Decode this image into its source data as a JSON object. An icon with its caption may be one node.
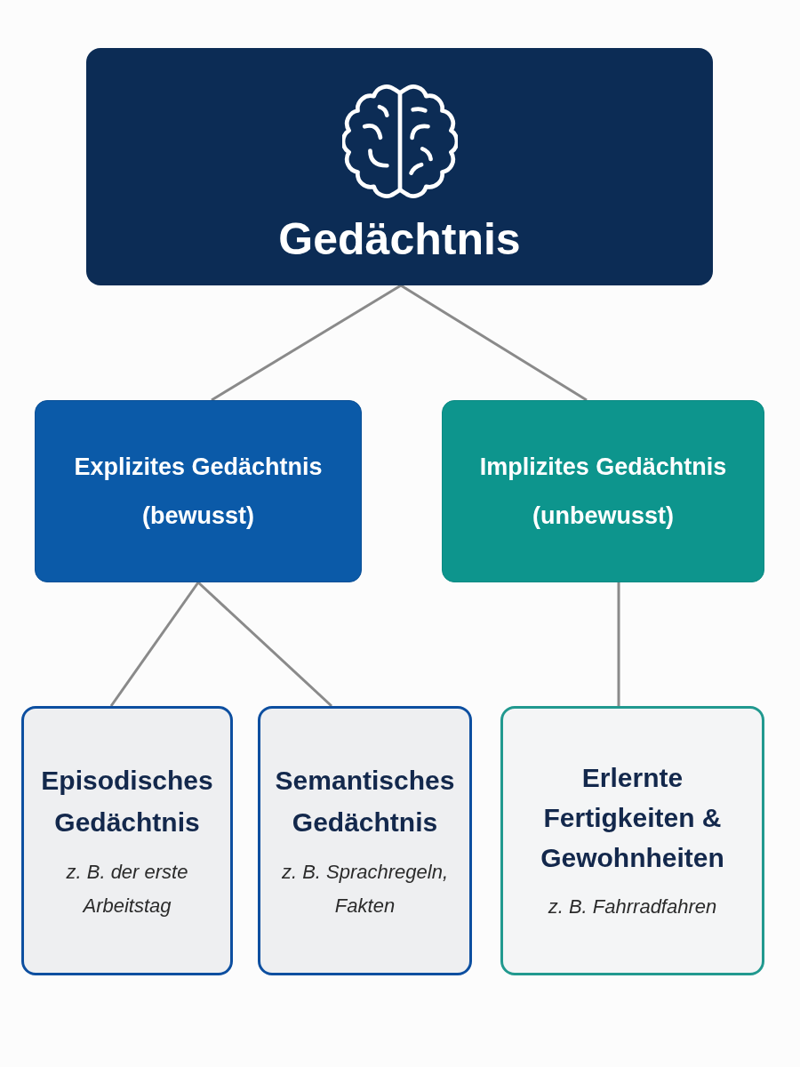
{
  "diagram": {
    "nodes": [
      {
        "text": [
          "Gedächtnis"
        ]
      },
      {
        "text": [
          "Explizites Gedächtnis (bewusst)"
        ]
      },
      {
        "text": [
          "Implizites Gedächtnis (unbewusst)"
        ]
      },
      {
        "text": [
          "Episodisches Gedächtnis",
          "z. B. der erste Arbeitstag"
        ]
      },
      {
        "text": [
          "Semantisches Gedächtnis",
          "z. B. Sprachregeln, Fakten"
        ]
      },
      {
        "text": [
          "Erlernte Fertigkeiten & Gewohnheiten",
          "z. B. Fahrradfahren"
        ]
      }
    ],
    "edges": [
      {
        "from": 0,
        "to": 1,
        "arrow": "none"
      },
      {
        "from": 0,
        "to": 2,
        "arrow": "none"
      },
      {
        "from": 1,
        "to": 3,
        "arrow": "none"
      },
      {
        "from": 1,
        "to": 4,
        "arrow": "none"
      },
      {
        "from": 2,
        "to": 5,
        "arrow": "none"
      }
    ]
  }
}
